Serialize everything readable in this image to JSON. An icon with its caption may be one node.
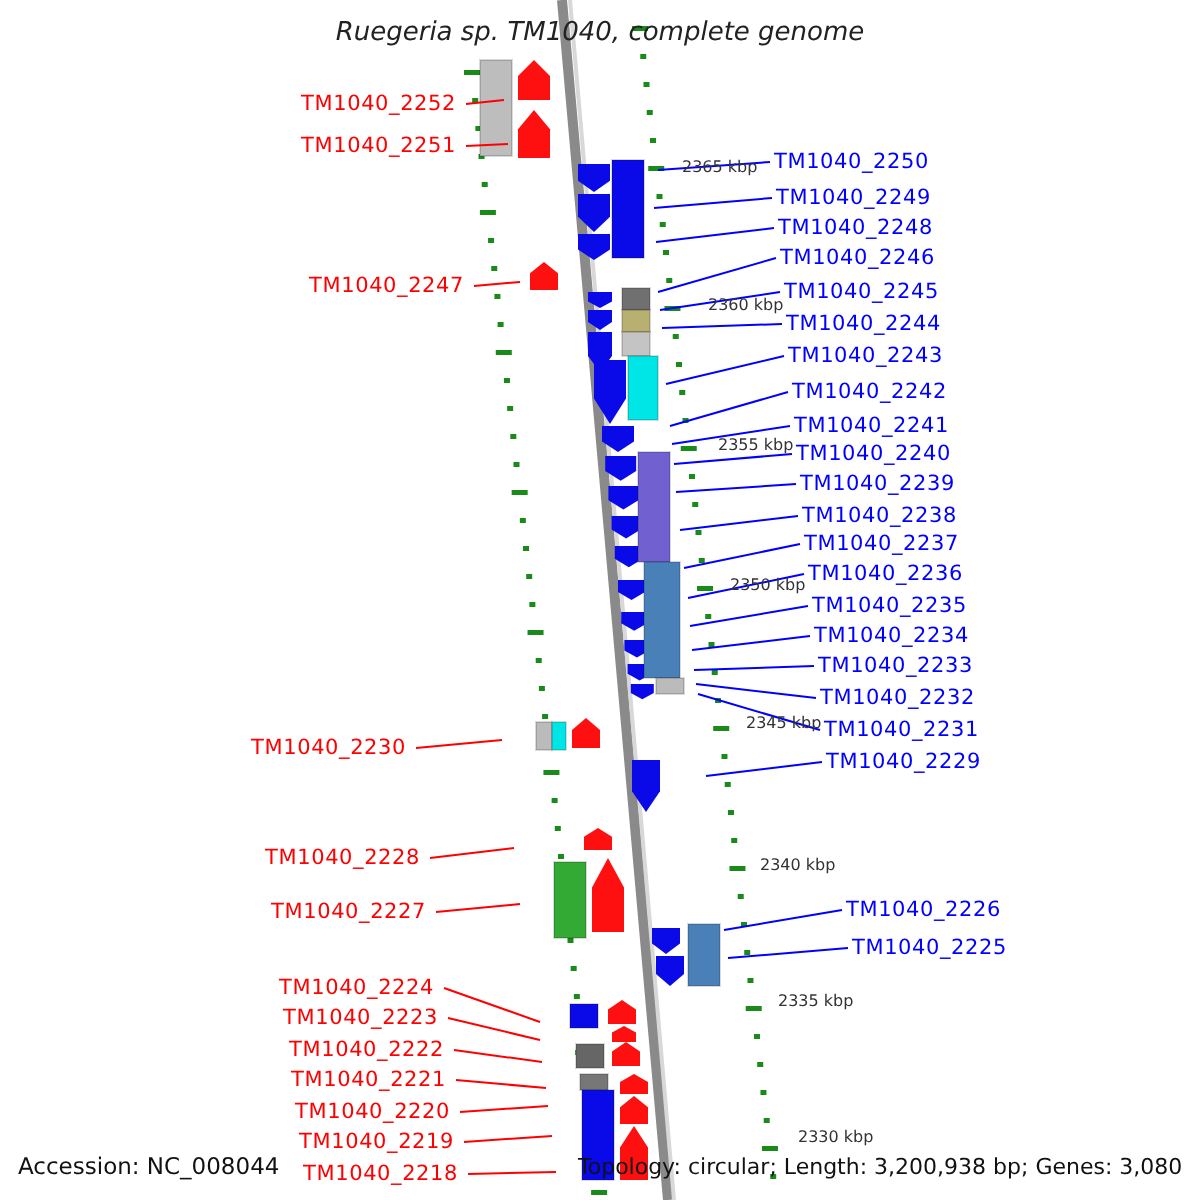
{
  "diagram": {
    "title": "Ruegeria sp. TM1040, complete genome",
    "nodes": [
      {
        "text": [
          "TM1040_2252"
        ]
      },
      {
        "text": [
          "TM1040_2251"
        ]
      },
      {
        "text": [
          "TM1040_2250"
        ]
      },
      {
        "text": [
          "TM1040_2249"
        ]
      },
      {
        "text": [
          "TM1040_2248"
        ]
      },
      {
        "text": [
          "TM1040_2246"
        ]
      },
      {
        "text": [
          "TM1040_2247"
        ]
      },
      {
        "text": [
          "TM1040_2245"
        ]
      },
      {
        "text": [
          "TM1040_2244"
        ]
      },
      {
        "text": [
          "TM1040_2243"
        ]
      },
      {
        "text": [
          "TM1040_2242"
        ]
      },
      {
        "text": [
          "TM1040_2241"
        ]
      },
      {
        "text": [
          "TM1040_2240"
        ]
      },
      {
        "text": [
          "TM1040_2239"
        ]
      },
      {
        "text": [
          "TM1040_2238"
        ]
      },
      {
        "text": [
          "TM1040_2237"
        ]
      },
      {
        "text": [
          "TM1040_2236"
        ]
      },
      {
        "text": [
          "TM1040_2235"
        ]
      },
      {
        "text": [
          "TM1040_2234"
        ]
      },
      {
        "text": [
          "TM1040_2233"
        ]
      },
      {
        "text": [
          "TM1040_2232"
        ]
      },
      {
        "text": [
          "TM1040_2231"
        ]
      },
      {
        "text": [
          "TM1040_2230"
        ]
      },
      {
        "text": [
          "TM1040_2229"
        ]
      },
      {
        "text": [
          "TM1040_2228"
        ]
      },
      {
        "text": [
          "TM1040_2226"
        ]
      },
      {
        "text": [
          "TM1040_2227"
        ]
      },
      {
        "text": [
          "TM1040_2225"
        ]
      },
      {
        "text": [
          "TM1040_2224"
        ]
      },
      {
        "text": [
          "TM1040_2223"
        ]
      },
      {
        "text": [
          "TM1040_2222"
        ]
      },
      {
        "text": [
          "TM1040_2221"
        ]
      },
      {
        "text": [
          "TM1040_2220"
        ]
      },
      {
        "text": [
          "TM1040_2219"
        ]
      },
      {
        "text": [
          "TM1040_2218"
        ]
      }
    ],
    "edges": [
      {
        "from": 0,
        "to": null,
        "arrow": "none",
        "color": "#ff0000"
      },
      {
        "from": 1,
        "to": null,
        "arrow": "none",
        "color": "#ff0000"
      },
      {
        "from": 2,
        "to": null,
        "arrow": "none"
      },
      {
        "from": 3,
        "to": null,
        "arrow": "none"
      },
      {
        "from": 4,
        "to": null,
        "arrow": "none"
      },
      {
        "from": 5,
        "to": null,
        "arrow": "none"
      },
      {
        "from": 6,
        "to": null,
        "arrow": "none",
        "color": "#ff0000"
      },
      {
        "from": 7,
        "to": null,
        "arrow": "none"
      },
      {
        "from": 8,
        "to": null,
        "arrow": "none"
      },
      {
        "from": 9,
        "to": null,
        "arrow": "none"
      },
      {
        "from": 10,
        "to": null,
        "arrow": "none"
      },
      {
        "from": 11,
        "to": null,
        "arrow": "none"
      },
      {
        "from": 12,
        "to": null,
        "arrow": "none"
      },
      {
        "from": 13,
        "to": null,
        "arrow": "none"
      },
      {
        "from": 14,
        "to": null,
        "arrow": "none"
      },
      {
        "from": 15,
        "to": null,
        "arrow": "none"
      },
      {
        "from": 16,
        "to": null,
        "arrow": "none"
      },
      {
        "from": 17,
        "to": null,
        "arrow": "none"
      },
      {
        "from": 18,
        "to": null,
        "arrow": "none"
      },
      {
        "from": 19,
        "to": null,
        "arrow": "none"
      },
      {
        "from": 20,
        "to": null,
        "arrow": "none"
      },
      {
        "from": 21,
        "to": null,
        "arrow": "none"
      },
      {
        "from": 22,
        "to": null,
        "arrow": "none",
        "color": "#ff0000"
      },
      {
        "from": 23,
        "to": null,
        "arrow": "none"
      },
      {
        "from": 24,
        "to": null,
        "arrow": "none",
        "color": "#ff0000"
      },
      {
        "from": 25,
        "to": null,
        "arrow": "none"
      },
      {
        "from": 26,
        "to": null,
        "arrow": "none",
        "color": "#ff0000"
      },
      {
        "from": 27,
        "to": null,
        "arrow": "none"
      },
      {
        "from": 28,
        "to": null,
        "arrow": "none",
        "color": "#ff0000"
      },
      {
        "from": 29,
        "to": null,
        "arrow": "none",
        "color": "#ff0000"
      },
      {
        "from": 30,
        "to": null,
        "arrow": "none",
        "color": "#ff0000"
      },
      {
        "from": 31,
        "to": null,
        "arrow": "none",
        "color": "#ff0000"
      },
      {
        "from": 32,
        "to": null,
        "arrow": "none",
        "color": "#ff0000"
      },
      {
        "from": 33,
        "to": null,
        "arrow": "none",
        "color": "#ff0000"
      },
      {
        "from": 34,
        "to": null,
        "arrow": "none",
        "color": "#ff0000"
      }
    ],
    "labels": [
      "2365 kbp",
      "2360 kbp",
      "2355 kbp",
      "2350 kbp",
      "2345 kbp",
      "2340 kbp",
      "2335 kbp",
      "2330 kbp",
      "Accession: NC_008044",
      "Topology: circular; Length: 3,200,938 bp; Genes: 3,080"
    ]
  }
}
